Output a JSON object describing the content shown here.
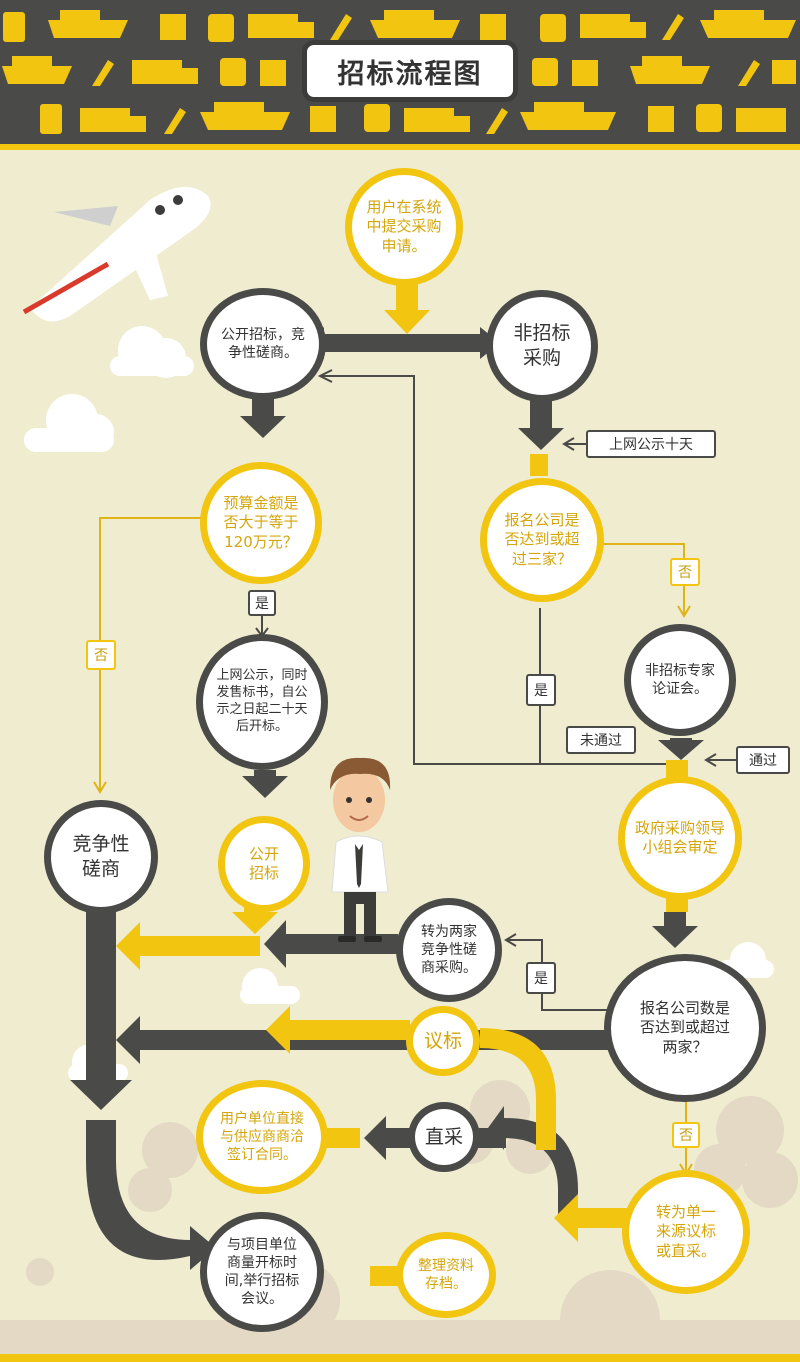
{
  "title": "招标流程图",
  "colors": {
    "yellow": "#f2c511",
    "dark": "#4a4a48",
    "background": "#efeccf"
  },
  "nodes": {
    "submit": "用户在系统\n中提交采购\n申请。",
    "public_bid": "公开招标，竞\n争性磋商。",
    "non_bid": "非招标\n采购",
    "budget": "预算金额是\n否大于等于\n120万元？",
    "reg3": "报名公司是\n否达到或超\n过三家？",
    "announce": "上网公示，同时\n发售标书，自公\n示之日起二十天\n后开标。",
    "expert": "非招标专家\n论证会。",
    "competitive": "竞争性\n磋商",
    "open_bid": "公开\n招标",
    "gov": "政府采购领导\n小组会审定",
    "two_co": "转为两家\n竞争性磋\n商采购。",
    "reg2": "报名公司数是\n否达到或超过\n两家？",
    "negotiate": "议标",
    "direct_sign": "用户单位直接\n与供应商商洽\n签订合同。",
    "direct": "直采",
    "single": "转为单一\n来源议标\n或直采。",
    "meeting": "与项目单位\n商量开标时\n间,举行招标\n会议。",
    "archive": "整理资料\n存档。"
  },
  "tags": {
    "ten_days": "上网公示十天",
    "no_left": "否",
    "yes_budget": "是",
    "no_reg3": "否",
    "yes_reg3": "是",
    "not_passed": "未通过",
    "passed": "通过",
    "yes_reg2": "是",
    "no_reg2": "否"
  }
}
